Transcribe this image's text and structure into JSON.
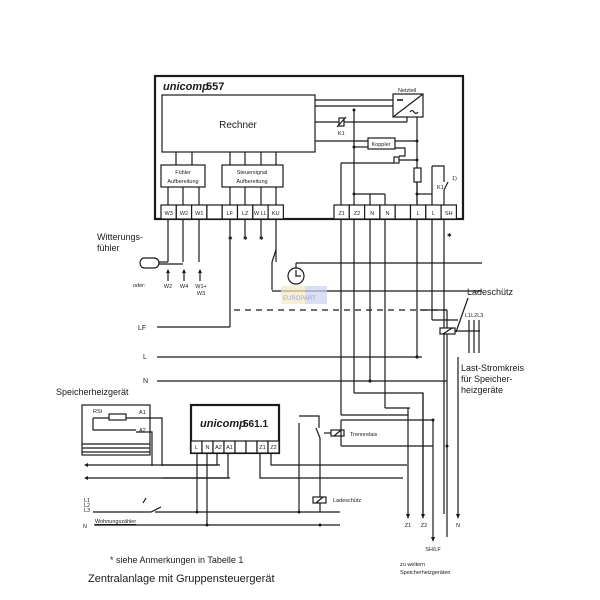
{
  "main_unit": {
    "brand": "unicomp",
    "model": "557",
    "computer_label": "Rechner",
    "power_supply_label": "Netzteil",
    "relay_label": "K1",
    "coupler_label": "Koppler",
    "relay_contact_label": "K1",
    "footnote_marker": "1)",
    "sensor_block": [
      "Fühler",
      "Aufbereitung"
    ],
    "signal_block": [
      "Steuersignal",
      "Aufbereitung"
    ],
    "terminals_left": [
      "W3",
      "W2",
      "W1",
      "",
      "LF",
      "LZ",
      "W LL",
      "KU"
    ],
    "terminals_right": [
      "Z1",
      "Z2",
      "N",
      "N",
      "",
      "L",
      "L",
      "SH"
    ]
  },
  "sensor": {
    "label_line1": "Witterungs-",
    "label_line2": "fühler",
    "alt_prefix": "oder:",
    "alternatives": [
      "W2",
      "W4",
      "W1+",
      "W3"
    ]
  },
  "lines": {
    "lf": "LF",
    "l": "L",
    "n": "N"
  },
  "load_contactor": {
    "label": "Ladeschütz",
    "phases": "L1L2L3",
    "circuit_line1": "Last-Stromkreis",
    "circuit_line2": "für Speicher-",
    "circuit_line3": "heizgeräte"
  },
  "storage_heater": {
    "label": "Speicherheizgerät",
    "resistor_label": "RSt",
    "terminal_a1": "A1",
    "terminal_a2": "A2"
  },
  "group_unit": {
    "brand": "unicomp",
    "model": "561.1",
    "terminals": [
      "L",
      "N",
      "A2",
      "A1",
      "",
      "",
      "Z1",
      "Z2"
    ]
  },
  "relays": {
    "isolation": "Trennrelais",
    "load": "Ladeschütz"
  },
  "supply": {
    "phases": [
      "L1",
      "L2",
      "L3"
    ],
    "neutral": "N",
    "meter": "Wohnungszähler"
  },
  "outputs": {
    "labels": [
      "Z1",
      "Z2",
      "N"
    ],
    "sh_lf": "SH/LF",
    "note_line1": "zu weitern",
    "note_line2": "Speicherheizgeräten"
  },
  "footer": {
    "note": "* siehe Anmerkungen in Tabelle 1",
    "caption": "Zentralanlage mit Gruppensteuergerät"
  },
  "watermark": "EUROPART"
}
